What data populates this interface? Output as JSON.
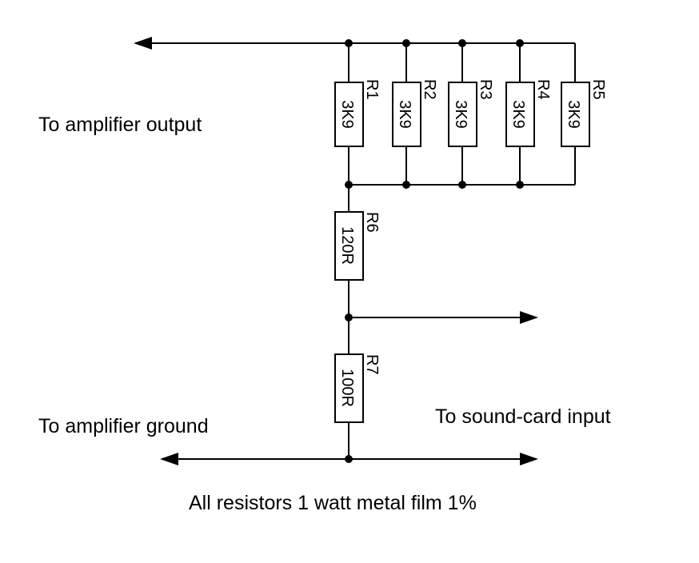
{
  "labels": {
    "amp_output": "To amplifier output",
    "amp_ground": "To amplifier ground",
    "soundcard": "To sound-card input",
    "note": "All resistors 1 watt metal film 1%"
  },
  "resistors": [
    {
      "ref": "R1",
      "value": "3K9"
    },
    {
      "ref": "R2",
      "value": "3K9"
    },
    {
      "ref": "R3",
      "value": "3K9"
    },
    {
      "ref": "R4",
      "value": "3K9"
    },
    {
      "ref": "R5",
      "value": "3K9"
    },
    {
      "ref": "R6",
      "value": "120R"
    },
    {
      "ref": "R7",
      "value": "100R"
    }
  ]
}
